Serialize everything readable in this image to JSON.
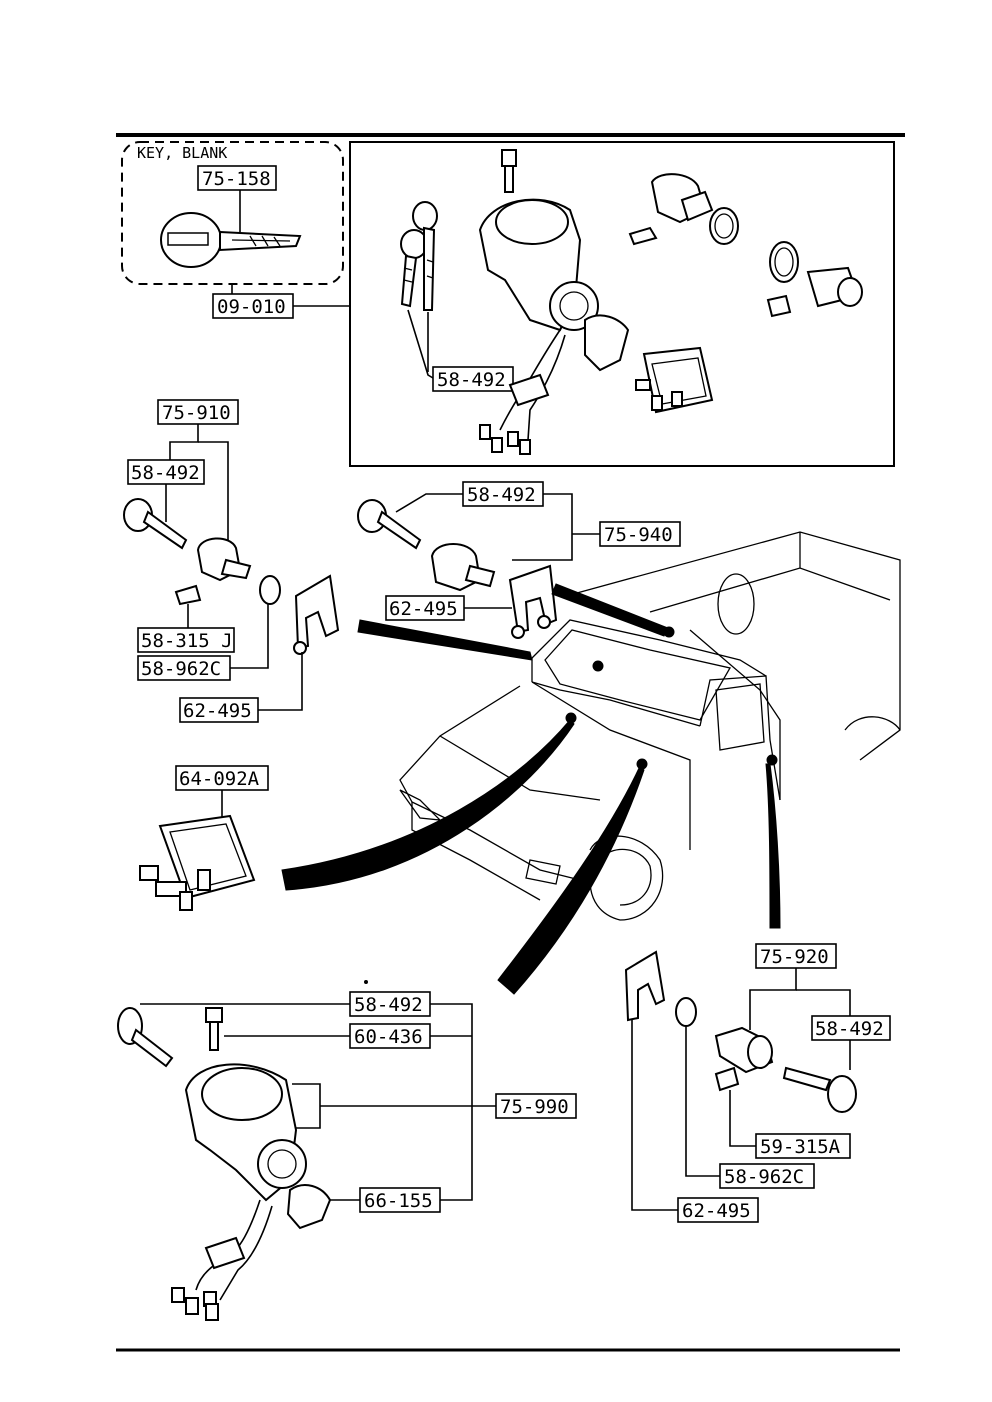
{
  "diagram": {
    "key_blank_caption": "KEY, BLANK",
    "callouts": {
      "key_blank": "75-158",
      "lock_set": "09-010",
      "lock_set_key": "58-492",
      "left_door_assy": "75-910",
      "left_door_key": "58-492",
      "left_door_clip": "58-315 J",
      "left_door_seal": "58-962C",
      "left_door_retainer": "62-495",
      "glovebox_assy": "75-940",
      "glovebox_key": "58-492",
      "glovebox_retainer": "62-495",
      "glovebox_lock": "64-092A",
      "ignition_key": "58-492",
      "ignition_bolt": "60-436",
      "ignition_assy": "75-990",
      "ignition_switch": "66-155",
      "right_door_assy": "75-920",
      "right_door_key": "58-492",
      "right_door_clip": "59-315A",
      "right_door_seal": "58-962C",
      "right_door_retainer": "62-495"
    }
  }
}
